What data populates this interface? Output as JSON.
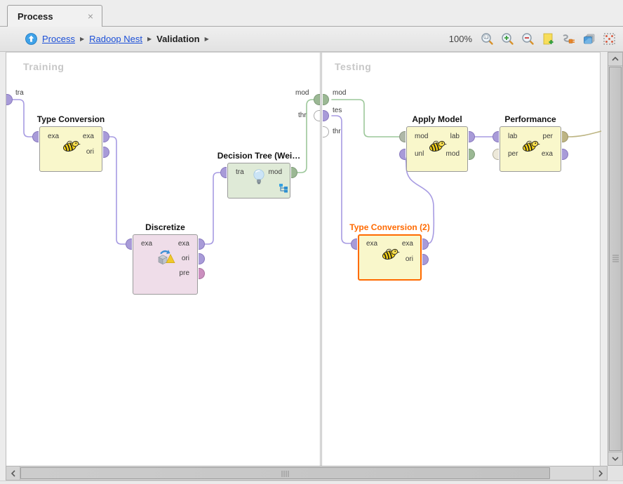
{
  "tab": {
    "title": "Process",
    "close": "×"
  },
  "breadcrumb": {
    "separator": "▶",
    "items": [
      {
        "label": "Process"
      },
      {
        "label": "Radoop Nest"
      },
      {
        "label": "Validation"
      }
    ]
  },
  "toolbar": {
    "zoom_level": "100%",
    "icons": [
      {
        "name": "zoom-reset"
      },
      {
        "name": "zoom-in"
      },
      {
        "name": "zoom-out"
      },
      {
        "name": "add-note"
      },
      {
        "name": "auto-wire"
      },
      {
        "name": "layers"
      },
      {
        "name": "fit-view"
      }
    ]
  },
  "canvas": {
    "sections": [
      {
        "label": "Training"
      },
      {
        "label": "Testing"
      }
    ],
    "edge_input": {
      "label": "tra"
    },
    "divider": {
      "left_ports": [
        {
          "label": "mod"
        },
        {
          "label": "thr"
        }
      ],
      "right_ports": [
        {
          "label": "mod"
        },
        {
          "label": "tes"
        },
        {
          "label": "thr"
        }
      ]
    },
    "operators": [
      {
        "title": "Type Conversion",
        "ports_left": [
          {
            "label": "exa"
          }
        ],
        "ports_right": [
          {
            "label": "exa"
          },
          {
            "label": "ori"
          }
        ]
      },
      {
        "title": "Discretize",
        "ports_left": [
          {
            "label": "exa"
          }
        ],
        "ports_right": [
          {
            "label": "exa"
          },
          {
            "label": "ori"
          },
          {
            "label": "pre"
          }
        ]
      },
      {
        "title": "Decision Tree (Wei…",
        "ports_left": [
          {
            "label": "tra"
          }
        ],
        "ports_right": [
          {
            "label": "mod"
          }
        ]
      },
      {
        "title": "Apply Model",
        "ports_left": [
          {
            "label": "mod"
          },
          {
            "label": "unl"
          }
        ],
        "ports_right": [
          {
            "label": "lab"
          },
          {
            "label": "mod"
          }
        ]
      },
      {
        "title": "Performance",
        "ports_left": [
          {
            "label": "lab"
          },
          {
            "label": "per"
          }
        ],
        "ports_right": [
          {
            "label": "per"
          },
          {
            "label": "exa"
          }
        ]
      },
      {
        "title": "Type Conversion (2)",
        "selected": true,
        "ports_left": [
          {
            "label": "exa"
          }
        ],
        "ports_right": [
          {
            "label": "exa"
          },
          {
            "label": "ori"
          }
        ]
      }
    ]
  },
  "colors": {
    "wire_purple": "#A79BE2",
    "wire_green": "#9CC79A",
    "wire_olive": "#BDB583",
    "selection_orange": "#FF6A00",
    "operator_yellow": "#F9F7CB",
    "operator_green": "#DFEAD7",
    "operator_pink": "#EFDDE9"
  }
}
